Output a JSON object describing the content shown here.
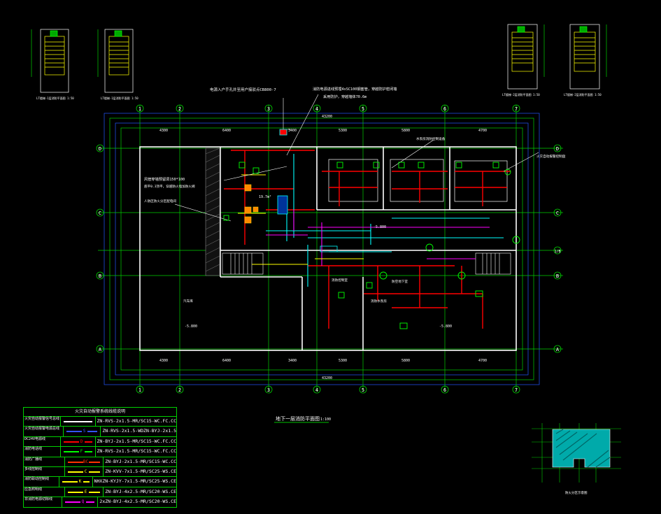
{
  "colors": {
    "background": "#000000",
    "grid": "#00d000",
    "wall": "#ffffff",
    "fire_line": "#ff0000",
    "alarm_line": "#00ffff",
    "broadcast_line": "#ff00ff",
    "equipment": "#ffff00",
    "dim": "#00cc00"
  },
  "drawing": {
    "title": "地下一层消防平面图",
    "scale": "1:100",
    "total_width": "43200",
    "axis_cols": [
      "1",
      "2",
      "3",
      "4",
      "5",
      "6",
      "7"
    ],
    "axis_rows": [
      "D",
      "C",
      "1/B",
      "B",
      "A"
    ],
    "dims_top_outer": [
      "4300",
      "6400",
      "3400",
      "5300",
      "5800",
      "4700"
    ],
    "dims_bottom_outer": [
      "4300",
      "6400",
      "3400",
      "5300",
      "5800",
      "4700"
    ],
    "elev_left_room": "-5.800",
    "elev_right_room": "-5.800",
    "elev_middle": "-5.800",
    "room_area_label": "19.7m²"
  },
  "annotations": {
    "top_left_callout": "电源入户手孔井至用户接驳点CB800-7",
    "top_right_callout_1": "消防电源进线预埋4xSC100钢套管，穿越防护密闭墙",
    "top_right_callout_2": "采用防护，穿越墙体70.6m",
    "duct_callout": "风管穿墙预留洞150*100",
    "duct_callout_2": "底平0.3顶平，穿越防火墙加防火阀",
    "left_mid_callout": "人防区防火分区配电间",
    "water_tank_callout": "水泵房消防控制设备",
    "right_callout": "火灾自动报警控制盘",
    "fire_room": "消防控制室",
    "pump_room": "消防水泵房",
    "garage": "汽车库",
    "shelter": "防空地下室"
  },
  "detail_views": {
    "v1": "LT楼梯-1层消防平面图 1:50",
    "v2": "LT楼梯-1层消防平面图 1:50",
    "v3": "LT楼梯-2层消防平面图 1:50",
    "v4": "LT楼梯-2层消防平面图 1:50",
    "key_plan": "防火分区示意图"
  },
  "legend": {
    "title": "火灾自动报警系统线缆说明",
    "rows": [
      {
        "name": "火灾自动报警信号总线",
        "color": "#ffffff",
        "mark": "",
        "spec": "ZN-RVS-2x1.5-MR/SC15-WC.FC.CC"
      },
      {
        "name": "火灾自动报警电源总线",
        "color": "#3355ff",
        "mark": "S",
        "spec": "ZN-RVS-2x1.5-WDZN-BYJ-2x1.5"
      },
      {
        "name": "DC24V电源线",
        "color": "#ff0000",
        "mark": "D",
        "spec": "ZN-BYJ-2x1.5-MR/SC15-WC.FC.CC"
      },
      {
        "name": "消防电话线",
        "color": "#00ff00",
        "mark": "F",
        "spec": "ZN-RVS-2x1.5-MR/SC15-WC.FC.CC"
      },
      {
        "name": "消防广播线",
        "color": "#ff3300",
        "mark": "BC",
        "spec": "ZN-BYJ-2x1.5-MR/SC15-WC.CC"
      },
      {
        "name": "多线控制线",
        "color": "#ffff00",
        "mark": "C",
        "spec": "ZN-KVV-7x1.5-MR/SC25-WS.CE"
      },
      {
        "name": "消防联动控制线",
        "color": "#ffff00",
        "mark": "K",
        "spec": "NHXZN-KYJY-7x1.5-MR/SC25-WS.CE"
      },
      {
        "name": "应急照明线",
        "color": "#ffff00",
        "mark": "E",
        "spec": "ZN-BYJ-4x2.5-MR/SC20-WS.CE"
      },
      {
        "name": "非消防电源切除线",
        "color": "#ff00ff",
        "mark": "Q",
        "spec": "2xZN-BYJ-4x2.5-MR/SC20-WS.CE"
      }
    ]
  }
}
